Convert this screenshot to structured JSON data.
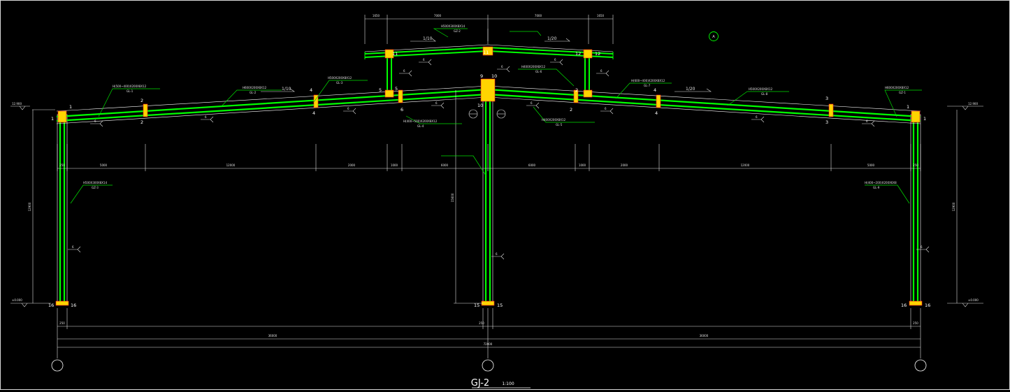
{
  "drawing": {
    "title": "GJ-2",
    "scale": "1:100",
    "axis_tag": "A",
    "colors": {
      "background": "#000000",
      "member": "#00ff00",
      "outline": "#ffffff",
      "connection": "#ffd400",
      "callout": "#00e000"
    },
    "levels": [
      {
        "id": "eave-left",
        "text": "12.900"
      },
      {
        "id": "eave-right",
        "text": "12.900"
      },
      {
        "id": "base-left",
        "text": "±0.000"
      },
      {
        "id": "base-right",
        "text": "±0.000"
      }
    ],
    "slopes": [
      {
        "id": "slope-roof-left",
        "text": "1/10"
      },
      {
        "id": "slope-roof-right",
        "text": "1/20"
      },
      {
        "id": "slope-lantern-left",
        "text": "1/10"
      },
      {
        "id": "slope-lantern-right",
        "text": "1/20"
      }
    ],
    "top_dims": [
      "1650",
      "7000",
      "7000",
      "1650"
    ],
    "mid_dims": [
      "250",
      "5000",
      "12000",
      "2000",
      "1000",
      "6000",
      "6000",
      "1000",
      "2000",
      "12000",
      "5000",
      "250"
    ],
    "bottom_dims": [
      "36000",
      "36000"
    ],
    "overall_dim": "72000",
    "column_dims": [
      "250",
      "250",
      "250"
    ],
    "height_dims": [
      "12900",
      "12900",
      "15600"
    ],
    "joint_numbers": [
      "1",
      "1",
      "2",
      "2",
      "4",
      "4",
      "5",
      "5",
      "6",
      "9",
      "10",
      "10",
      "11",
      "11",
      "12",
      "12",
      "2",
      "2",
      "4",
      "4",
      "3",
      "3",
      "1",
      "1",
      "15",
      "15",
      "16",
      "16",
      "16",
      "16"
    ],
    "member_labels": [
      "H(500~400)X200X8X12",
      "GL-1",
      "H600X200X8X12",
      "GL-2",
      "H500X200X8X12",
      "GL-3",
      "H(400~500)X200X8X12",
      "GL-4",
      "H400X200X8X12",
      "GL-5",
      "H400X200X8X12",
      "GL-6",
      "H(600~400)X200X8X12",
      "GL-7",
      "H500X200X8X12",
      "GL-8",
      "H600X200X8X12",
      "GZ-1",
      "H500X300X8X14",
      "GZ-2",
      "H500X300X8X14",
      "GZ-3",
      "H(400~200)X200X6X8",
      "GL-9"
    ],
    "weld_marks": [
      "6",
      "6",
      "6",
      "6",
      "6",
      "6",
      "6",
      "6",
      "6",
      "6",
      "6",
      "6",
      "6",
      "6",
      "6",
      "6"
    ]
  }
}
